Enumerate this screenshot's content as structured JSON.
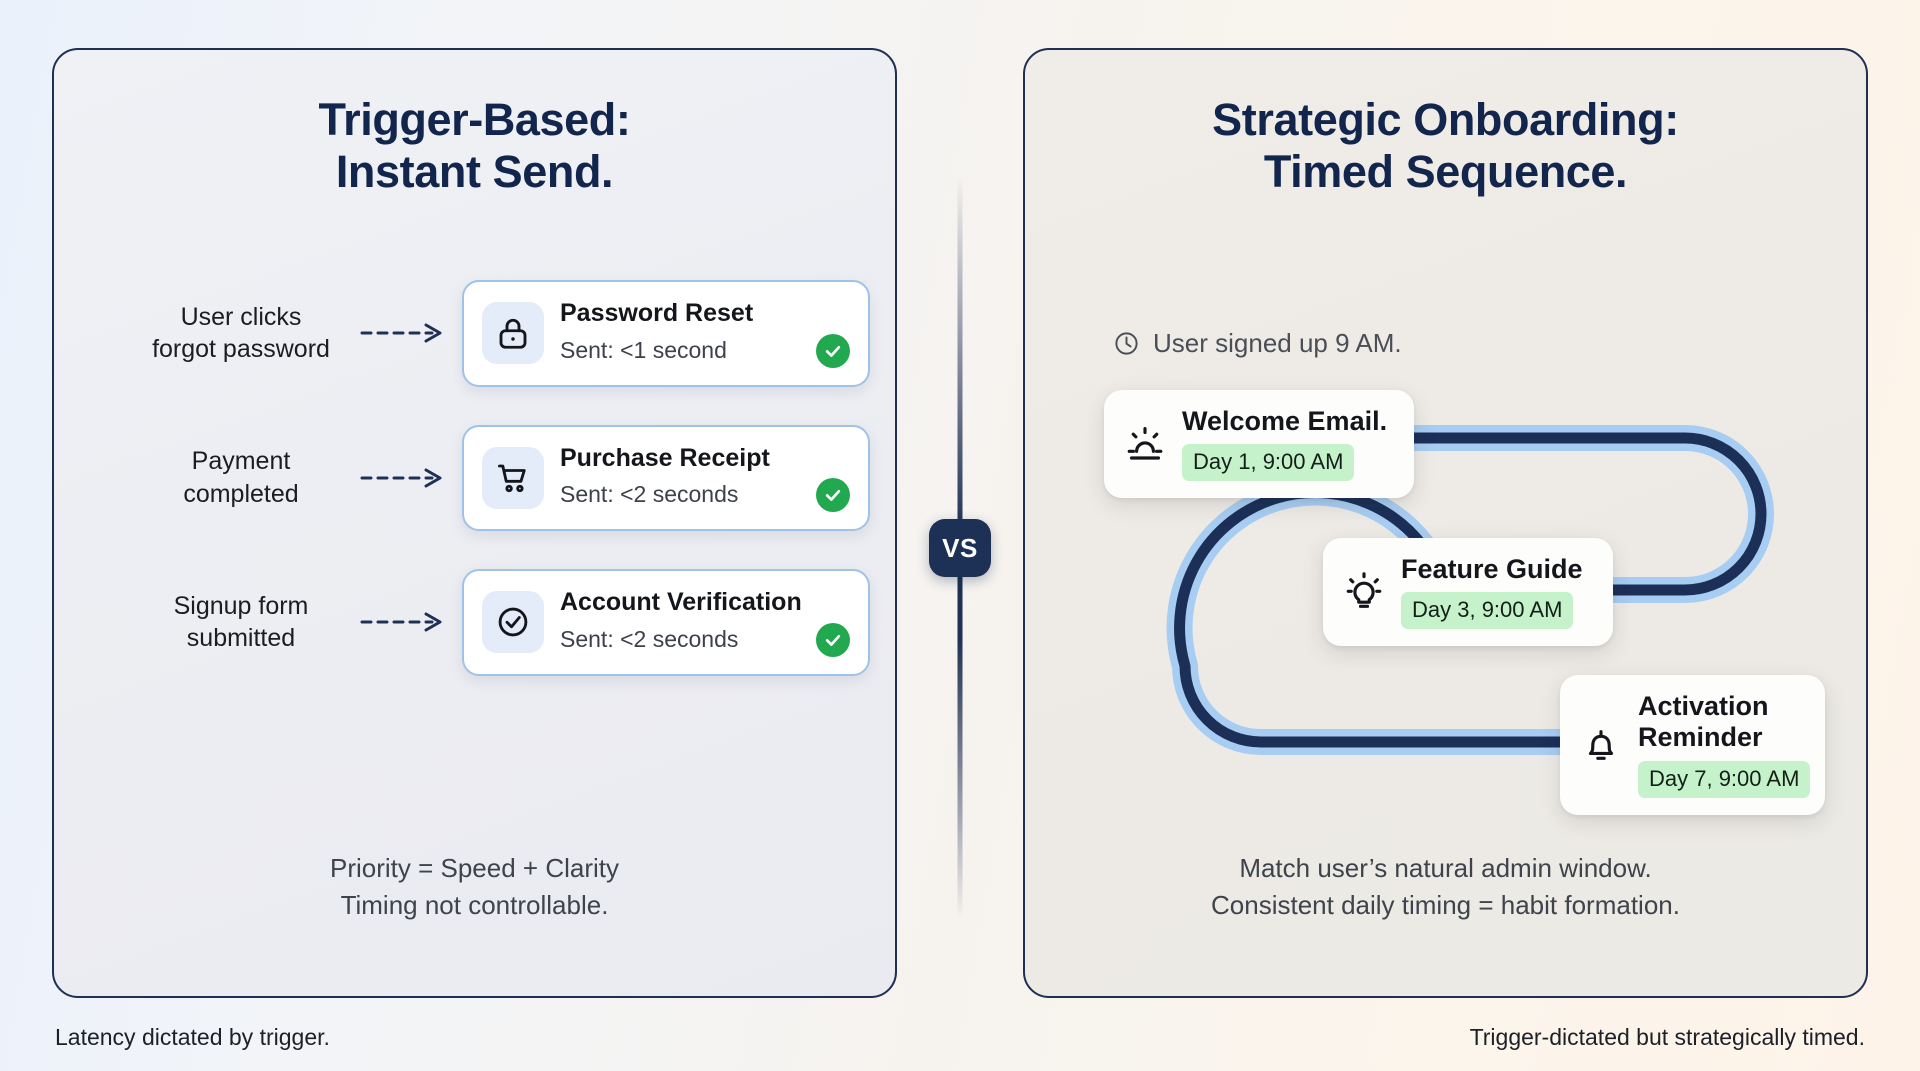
{
  "meta": {
    "accent_navy": "#1f3054",
    "accent_blue": "#9fc3e8",
    "accent_green": "#22a84f",
    "pill_green": "#c6f2cb",
    "path_dark": "#1b2f57",
    "path_halo": "#a8cdf2"
  },
  "left_panel": {
    "title_line1": "Trigger-Based:",
    "title_line2": "Instant Send.",
    "rows": [
      {
        "trigger_line1": "User clicks",
        "trigger_line2": "forgot password",
        "icon": "lock-icon",
        "title": "Password Reset",
        "status": "Sent: <1 second",
        "badge": "check-icon"
      },
      {
        "trigger_line1": "Payment",
        "trigger_line2": "completed",
        "icon": "shopping-cart-icon",
        "title": "Purchase Receipt",
        "status": "Sent: <2 seconds",
        "badge": "check-icon"
      },
      {
        "trigger_line1": "Signup form",
        "trigger_line2": "submitted",
        "icon": "check-circle-icon",
        "title": "Account Verification",
        "status": "Sent: <2 seconds",
        "badge": "check-icon"
      }
    ],
    "note_line1": "Priority = Speed + Clarity",
    "note_line2": "Timing not controllable.",
    "caption": "Latency dictated by trigger."
  },
  "divider": {
    "label": "VS"
  },
  "right_panel": {
    "title_line1": "Strategic Onboarding:",
    "title_line2": "Timed Sequence.",
    "signup_icon": "clock-icon",
    "signup_note": "User signed up 9 AM.",
    "steps": [
      {
        "icon": "sunrise-icon",
        "title": "Welcome Email.",
        "schedule": "Day 1, 9:00 AM"
      },
      {
        "icon": "lightbulb-icon",
        "title": "Feature Guide",
        "schedule": "Day 3, 9:00 AM"
      },
      {
        "icon": "bell-icon",
        "title": "Activation Reminder",
        "schedule": "Day 7, 9:00 AM"
      }
    ],
    "note_line1": "Match user’s natural admin window.",
    "note_line2": "Consistent daily timing = habit formation.",
    "caption": "Trigger-dictated but strategically timed."
  }
}
